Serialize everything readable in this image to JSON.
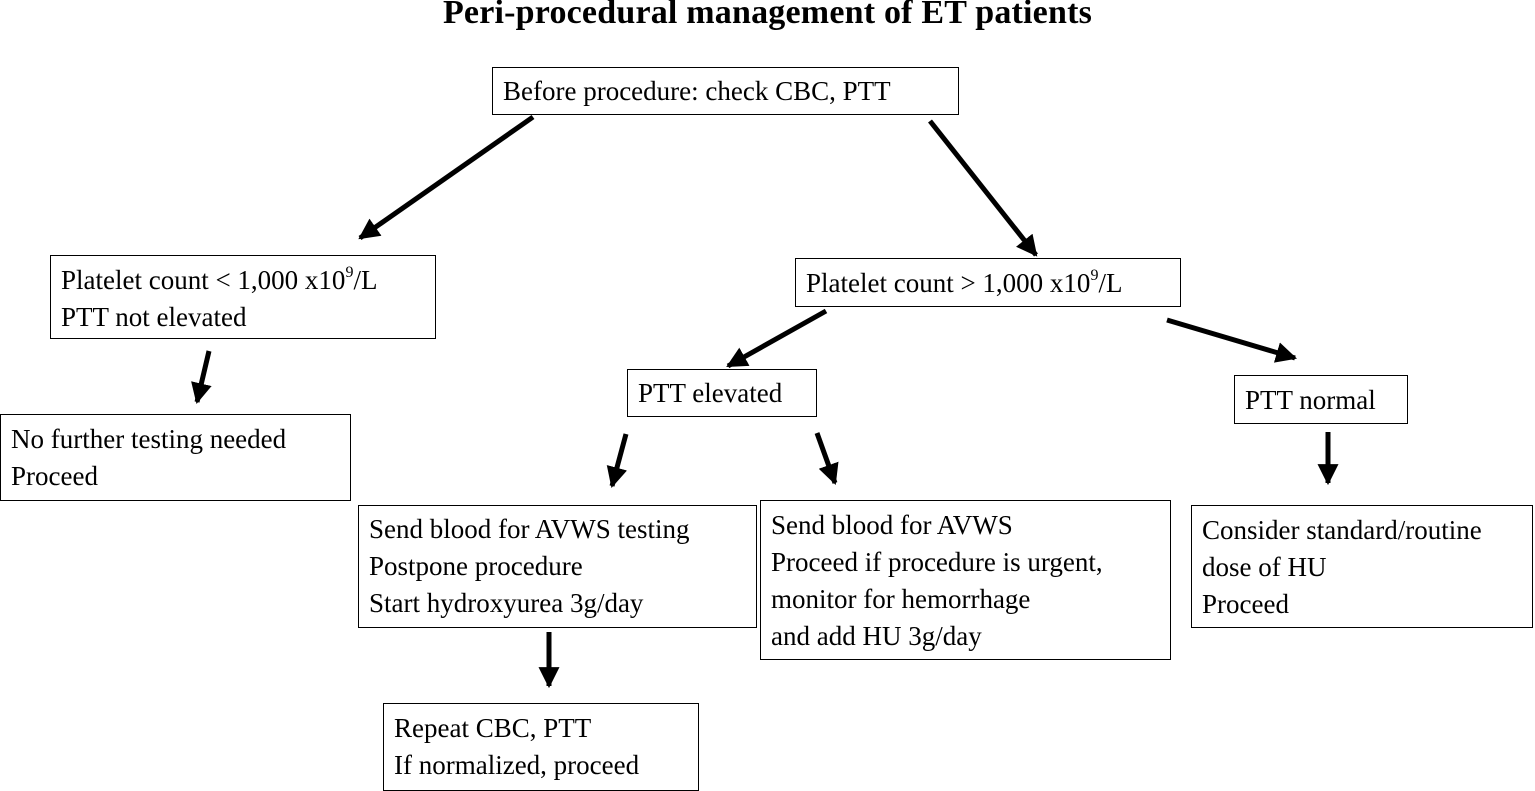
{
  "title": "Peri-procedural management of ET patients",
  "nodes": {
    "root": {
      "lines": [
        "Before procedure: check CBC, PTT"
      ]
    },
    "low_platelet": {
      "line1_pre": "Platelet count < 1,000 x10",
      "line1_sup": "9",
      "line1_post": "/L",
      "line2": "PTT not elevated"
    },
    "high_platelet": {
      "line1_pre": "Platelet count > 1,000 x10",
      "line1_sup": "9",
      "line1_post": "/L"
    },
    "no_testing": {
      "lines": [
        "No further testing needed",
        "Proceed"
      ]
    },
    "ptt_elevated": {
      "lines": [
        "PTT elevated"
      ]
    },
    "ptt_normal": {
      "lines": [
        "PTT normal"
      ]
    },
    "send_avws_postpone": {
      "lines": [
        "Send blood for AVWS  testing",
        "Postpone procedure",
        "Start hydroxyurea 3g/day"
      ]
    },
    "send_avws_urgent": {
      "lines": [
        "Send blood for AVWS",
        "Proceed if procedure is urgent,",
        "monitor for hemorrhage",
        "and add HU 3g/day"
      ]
    },
    "consider_hu": {
      "lines": [
        "Consider standard/routine",
        "dose of HU",
        "Proceed"
      ]
    },
    "repeat_cbc": {
      "lines": [
        "Repeat CBC, PTT",
        "If normalized,  proceed"
      ]
    }
  },
  "edges": [
    {
      "from": "root",
      "to": "low_platelet"
    },
    {
      "from": "root",
      "to": "high_platelet"
    },
    {
      "from": "low_platelet",
      "to": "no_testing"
    },
    {
      "from": "high_platelet",
      "to": "ptt_elevated"
    },
    {
      "from": "high_platelet",
      "to": "ptt_normal"
    },
    {
      "from": "ptt_elevated",
      "to": "send_avws_postpone"
    },
    {
      "from": "ptt_elevated",
      "to": "send_avws_urgent"
    },
    {
      "from": "ptt_normal",
      "to": "consider_hu"
    },
    {
      "from": "send_avws_postpone",
      "to": "repeat_cbc"
    }
  ]
}
